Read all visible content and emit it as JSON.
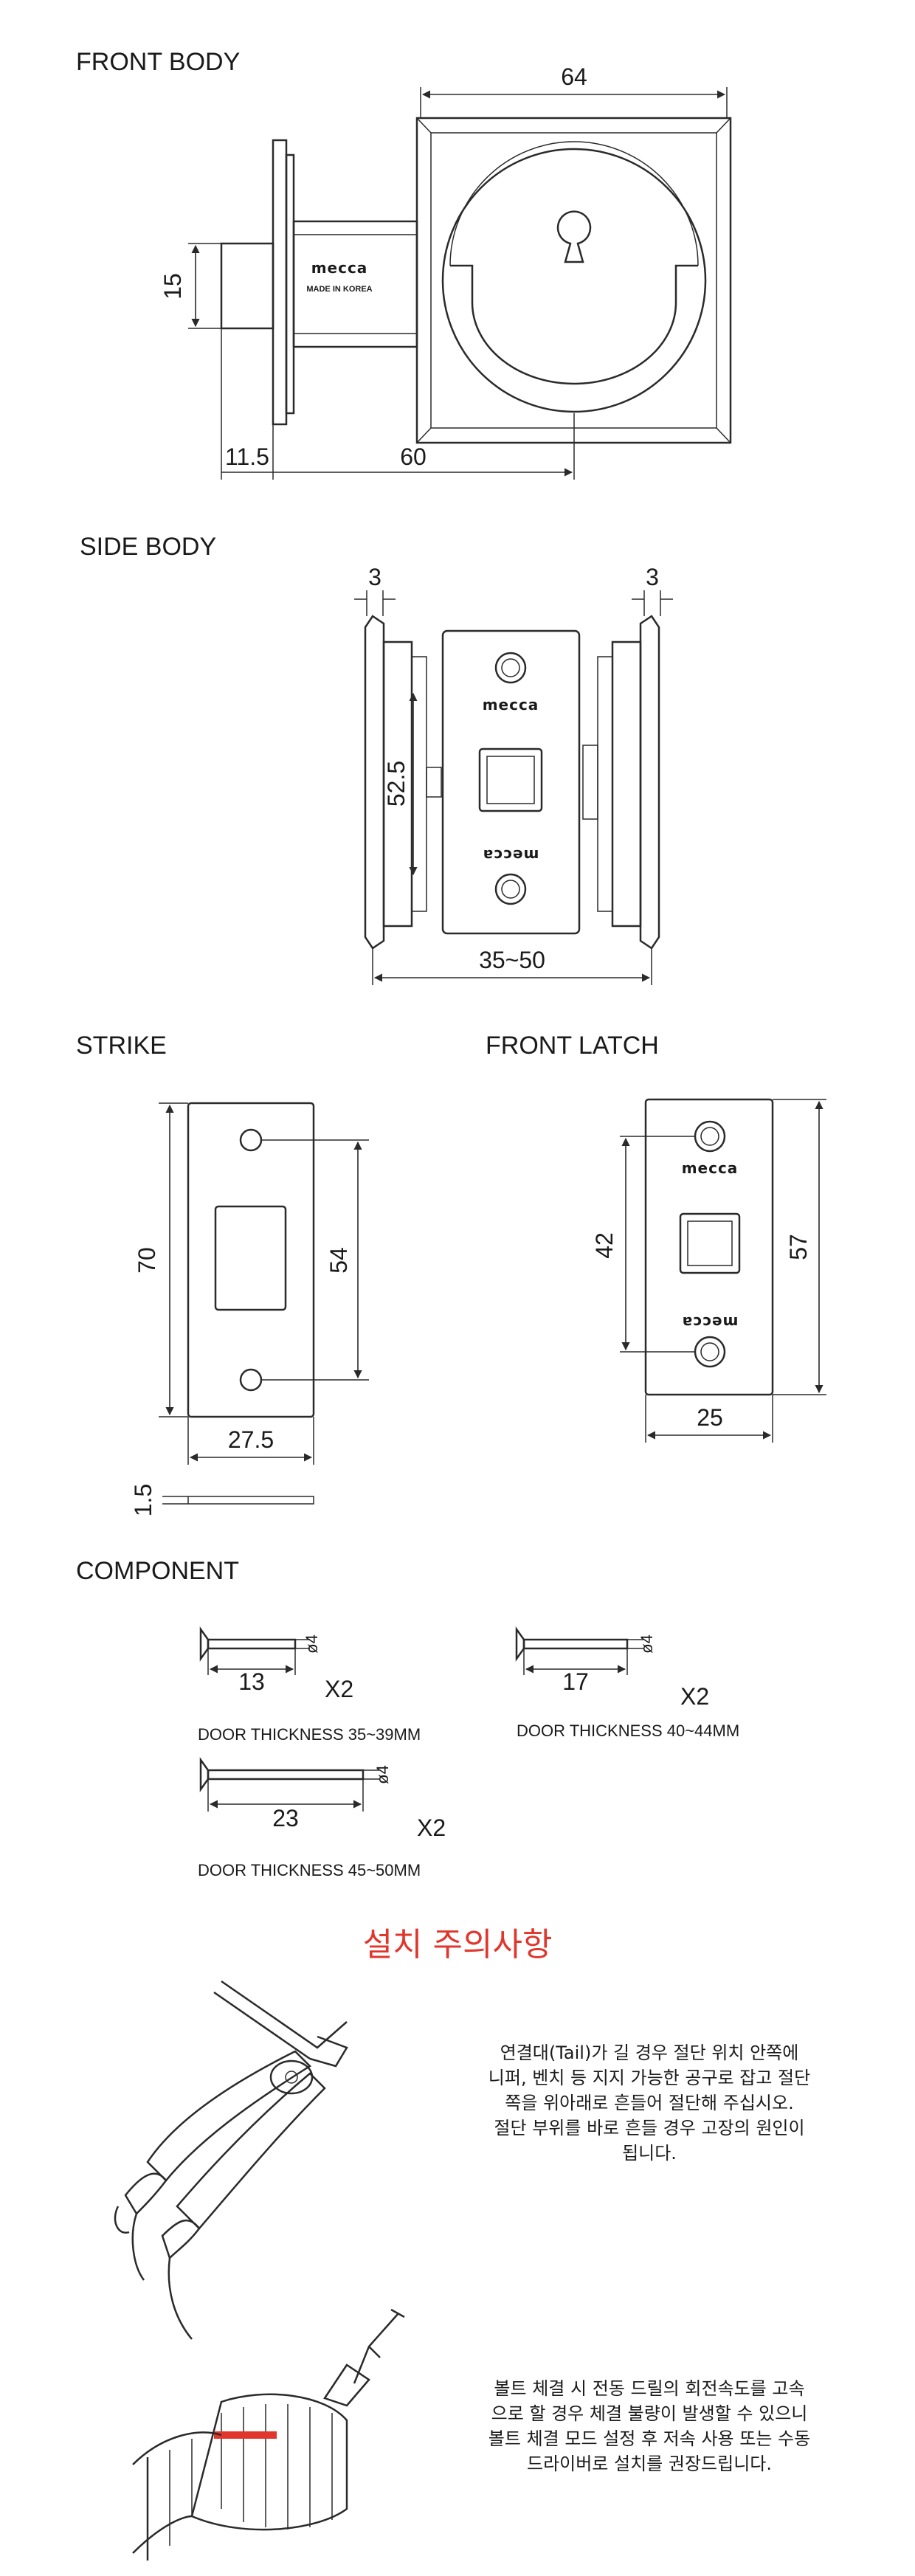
{
  "sections": {
    "front_body": "FRONT BODY",
    "side_body": "SIDE BODY",
    "strike": "STRIKE",
    "front_latch": "FRONT LATCH",
    "component": "COMPONENT"
  },
  "front_body": {
    "dim_width": "64",
    "dim_height": "15",
    "dim_offset": "11.5",
    "dim_backset": "60",
    "brand": "mecca",
    "made_in": "MADE IN KOREA"
  },
  "side_body": {
    "dim_left": "3",
    "dim_right": "3",
    "dim_height": "52.5",
    "dim_range": "35~50",
    "brand_top": "mecca",
    "brand_bottom": "mecca"
  },
  "strike": {
    "dim_height": "70",
    "dim_holes": "54",
    "dim_width": "27.5",
    "dim_thickness": "1.5"
  },
  "front_latch": {
    "dim_holes": "42",
    "dim_height": "57",
    "dim_width": "25",
    "brand_top": "mecca",
    "brand_bottom": "mecca"
  },
  "components": [
    {
      "length": "13",
      "diameter": "ø4",
      "qty": "X2",
      "label": "DOOR THICKNESS 35~39MM"
    },
    {
      "length": "17",
      "diameter": "ø4",
      "qty": "X2",
      "label": "DOOR THICKNESS 40~44MM"
    },
    {
      "length": "23",
      "diameter": "ø4",
      "qty": "X2",
      "label": "DOOR THICKNESS 45~50MM"
    }
  ],
  "caution": {
    "title": "설치 주의사항",
    "note1": [
      "연결대(Tail)가 길 경우 절단 위치 안쪽에",
      "니퍼, 벤치 등 지지 가능한 공구로 잡고 절단",
      "쪽을 위아래로 흔들어 절단해 주십시오.",
      "절단 부위를 바로 흔들 경우 고장의 원인이",
      "됩니다."
    ],
    "note2": [
      "볼트 체결 시 전동 드릴의 회전속도를 고속",
      "으로 할 경우 체결 불량이 발생할 수 있으니",
      "볼트 체결 모드 설정 후 저속 사용 또는 수동",
      "드라이버로 설치를 권장드립니다."
    ]
  }
}
